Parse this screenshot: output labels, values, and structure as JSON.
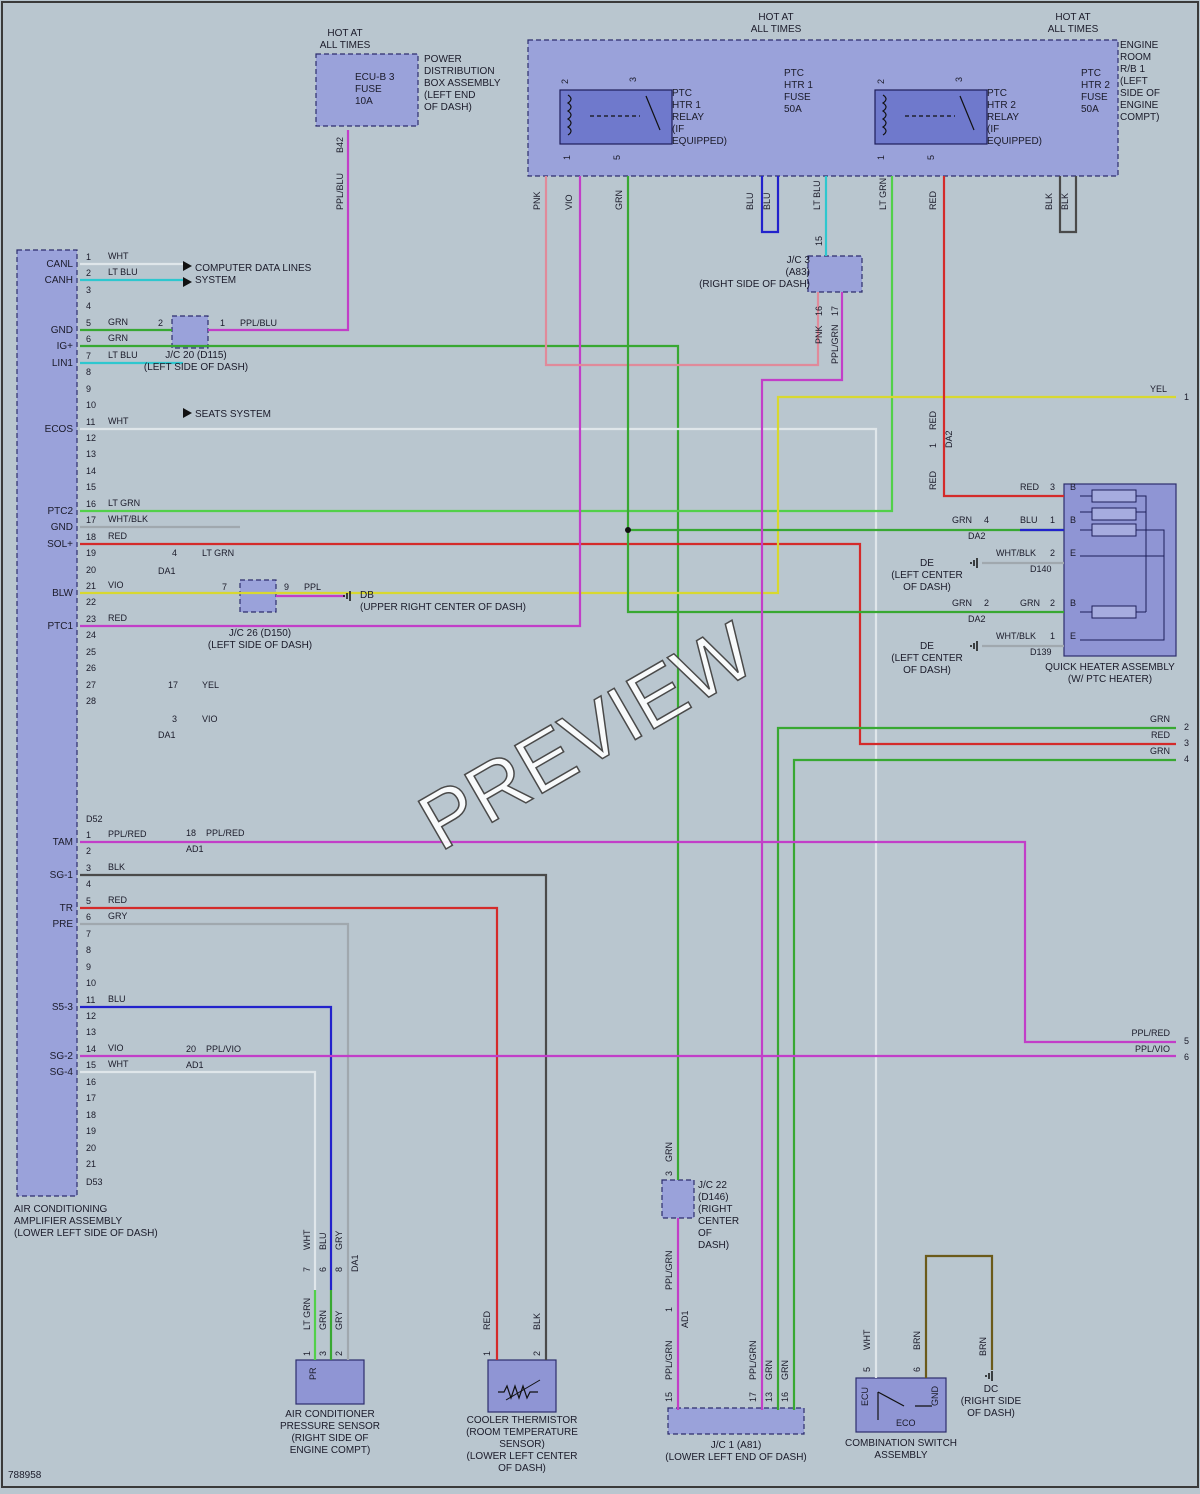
{
  "colors": {
    "ppl": "#c23ec8",
    "vio": "#c23ec8",
    "grn": "#38a832",
    "ltgrn": "#52d04a",
    "ltblu": "#2ec7cf",
    "blu": "#2222cc",
    "red": "#d42a2a",
    "pnk": "#e08a9a",
    "yel": "#d8d830",
    "blk": "#4a4a4a",
    "wht": "#dfe6ea",
    "gry": "#a0a8ae",
    "brn": "#6b5a1a"
  },
  "image_id": "788958",
  "watermark": "PREVIEW",
  "hot": {
    "ecub": "HOT AT\nALL TIMES",
    "htr1": "HOT AT\nALL TIMES",
    "htr2": "HOT AT\nALL TIMES"
  },
  "ecub": {
    "fuse": "ECU-B 3\nFUSE\n10A",
    "pin": "B42",
    "box_label": "POWER\nDISTRIBUTION\nBOX ASSEMBLY\n(LEFT END\nOF DASH)",
    "wire": "PPL/BLU"
  },
  "engine_rb": {
    "label": "ENGINE\nROOM\nR/B 1\n(LEFT\nSIDE OF\nENGINE\nCOMPT)",
    "relay1": "PTC\nHTR 1\nRELAY\n(IF\nEQUIPPED)",
    "relay2": "PTC\nHTR 2\nRELAY\n(IF\nEQUIPPED)",
    "fuse1": "PTC\nHTR 1\nFUSE\n50A",
    "fuse2": "PTC\nHTR 2\nFUSE\n50A",
    "r_pins": [
      "2",
      "3",
      "1",
      "5"
    ],
    "wires": [
      "PNK",
      "VIO",
      "GRN",
      "BLU",
      "BLU",
      "LT BLU",
      "LT GRN",
      "RED",
      "BLK",
      "BLK"
    ]
  },
  "jc3": {
    "label": "J/C 3\n(A83)\n(RIGHT SIDE OF DASH)",
    "pins": [
      "15",
      "16",
      "17"
    ],
    "wires": [
      "PNK",
      "PPL/GRN"
    ]
  },
  "amp": {
    "label": "AIR CONDITIONING\nAMPLIFIER ASSEMBLY\n(LOWER LEFT SIDE OF DASH)",
    "d52": "D52",
    "d53": "D53",
    "signals_d52": [
      {
        "name": "CANL",
        "pin": "1",
        "wire": "WHT"
      },
      {
        "name": "CANH",
        "pin": "2",
        "wire": "LT BLU"
      },
      {
        "name": "",
        "pin": "3",
        "wire": ""
      },
      {
        "name": "",
        "pin": "4",
        "wire": ""
      },
      {
        "name": "GND",
        "pin": "5",
        "wire": "GRN"
      },
      {
        "name": "IG+",
        "pin": "6",
        "wire": "GRN"
      },
      {
        "name": "LIN1",
        "pin": "7",
        "wire": "LT BLU"
      },
      {
        "name": "",
        "pin": "8",
        "wire": ""
      },
      {
        "name": "",
        "pin": "9",
        "wire": ""
      },
      {
        "name": "",
        "pin": "10",
        "wire": ""
      },
      {
        "name": "ECOS",
        "pin": "11",
        "wire": "WHT"
      },
      {
        "name": "",
        "pin": "12",
        "wire": ""
      },
      {
        "name": "",
        "pin": "13",
        "wire": ""
      },
      {
        "name": "",
        "pin": "14",
        "wire": ""
      },
      {
        "name": "",
        "pin": "15",
        "wire": ""
      },
      {
        "name": "PTC2",
        "pin": "16",
        "wire": "LT GRN"
      },
      {
        "name": "GND",
        "pin": "17",
        "wire": "WHT/BLK"
      },
      {
        "name": "SOL+",
        "pin": "18",
        "wire": "RED"
      },
      {
        "name": "",
        "pin": "19",
        "wire": ""
      },
      {
        "name": "",
        "pin": "20",
        "wire": ""
      },
      {
        "name": "BLW",
        "pin": "21",
        "wire": "VIO"
      },
      {
        "name": "",
        "pin": "22",
        "wire": ""
      },
      {
        "name": "PTC1",
        "pin": "23",
        "wire": "RED"
      },
      {
        "name": "",
        "pin": "24",
        "wire": ""
      },
      {
        "name": "",
        "pin": "25",
        "wire": ""
      },
      {
        "name": "",
        "pin": "26",
        "wire": ""
      },
      {
        "name": "",
        "pin": "27",
        "wire": ""
      },
      {
        "name": "",
        "pin": "28",
        "wire": ""
      }
    ],
    "signals_d53": [
      {
        "name": "TAM",
        "pin": "1",
        "wire": "PPL/RED"
      },
      {
        "name": "",
        "pin": "2",
        "wire": ""
      },
      {
        "name": "SG-1",
        "pin": "3",
        "wire": "BLK"
      },
      {
        "name": "",
        "pin": "4",
        "wire": ""
      },
      {
        "name": "TR",
        "pin": "5",
        "wire": "RED"
      },
      {
        "name": "PRE",
        "pin": "6",
        "wire": "GRY"
      },
      {
        "name": "",
        "pin": "7",
        "wire": ""
      },
      {
        "name": "",
        "pin": "8",
        "wire": ""
      },
      {
        "name": "",
        "pin": "9",
        "wire": ""
      },
      {
        "name": "",
        "pin": "10",
        "wire": ""
      },
      {
        "name": "S5-3",
        "pin": "11",
        "wire": "BLU"
      },
      {
        "name": "",
        "pin": "12",
        "wire": ""
      },
      {
        "name": "",
        "pin": "13",
        "wire": ""
      },
      {
        "name": "SG-2",
        "pin": "14",
        "wire": "VIO"
      },
      {
        "name": "SG-4",
        "pin": "15",
        "wire": "WHT"
      },
      {
        "name": "",
        "pin": "16",
        "wire": ""
      },
      {
        "name": "",
        "pin": "17",
        "wire": ""
      },
      {
        "name": "",
        "pin": "18",
        "wire": ""
      },
      {
        "name": "",
        "pin": "19",
        "wire": ""
      },
      {
        "name": "",
        "pin": "20",
        "wire": ""
      },
      {
        "name": "",
        "pin": "21",
        "wire": ""
      }
    ]
  },
  "links": {
    "comp_data": "COMPUTER DATA LINES\nSYSTEM",
    "seats": "SEATS SYSTEM",
    "yel_out": {
      "wire": "YEL",
      "num": "1"
    }
  },
  "jc20": {
    "label": "J/C 20 (D115)\n(LEFT SIDE OF DASH)",
    "pins": [
      "2",
      "1"
    ],
    "wire": "PPL/BLU"
  },
  "jc26": {
    "label": "J/C 26 (D150)\n(LEFT SIDE OF DASH)",
    "pins": [
      "7",
      "9"
    ],
    "wire": "PPL",
    "ground": "DB\n(UPPER RIGHT CENTER OF DASH)"
  },
  "inline": {
    "da1_ltgrn": {
      "pin": "4",
      "wire": "LT GRN",
      "conn": "DA1"
    },
    "blw_yel": {
      "pin": "17",
      "wire": "YEL"
    },
    "ptc1_vio": {
      "pin": "3",
      "wire": "VIO",
      "conn": "DA1"
    },
    "tam": {
      "pin": "18",
      "wire": "PPL/RED",
      "conn": "AD1"
    },
    "sg2": {
      "pin": "20",
      "wire": "PPL/VIO",
      "conn": "AD1"
    },
    "da2": {
      "pin": "1",
      "conn": "DA2",
      "wire": "RED"
    }
  },
  "heater": {
    "label": "QUICK HEATER ASSEMBLY\n(W/ PTC HEATER)",
    "rows": [
      {
        "wire_l": "RED",
        "wire_r": "",
        "pin_l": "",
        "pin_r": "3",
        "term": "B"
      },
      {
        "wire_l": "GRN",
        "wire_r": "BLU",
        "pin_l": "4",
        "pin_r": "1",
        "term": "B",
        "conn": "DA2"
      },
      {
        "wire_l": "WHT/BLK",
        "wire_r": "",
        "pin_l": "",
        "pin_r": "2",
        "term": "E",
        "conn": "D140"
      },
      {
        "wire_l": "GRN",
        "wire_r": "GRN",
        "pin_l": "2",
        "pin_r": "2",
        "term": "B",
        "conn": "DA2"
      },
      {
        "wire_l": "WHT/BLK",
        "wire_r": "",
        "pin_l": "",
        "pin_r": "1",
        "term": "E",
        "conn": "D139"
      }
    ],
    "ground": "DE\n(LEFT CENTER\nOF DASH)"
  },
  "right_edge": [
    {
      "wire": "GRN",
      "num": "2"
    },
    {
      "wire": "RED",
      "num": "3"
    },
    {
      "wire": "GRN",
      "num": "4"
    },
    {
      "wire": "PPL/RED",
      "num": "5"
    },
    {
      "wire": "PPL/VIO",
      "num": "6"
    }
  ],
  "jc22": {
    "label": "J/C 22\n(D146)\n(RIGHT\nCENTER\nOF\nDASH)",
    "pin": "3",
    "wire_top": "GRN",
    "wire_bot": "PPL/GRN"
  },
  "jc1": {
    "label": "J/C 1 (A81)\n(LOWER LEFT END OF DASH)",
    "pins": [
      "15",
      "17",
      "13",
      "16"
    ],
    "wires": [
      "PPL/GRN",
      "PPL/GRN",
      "GRN",
      "GRN"
    ]
  },
  "ad1": {
    "pin": "1",
    "conn": "AD1"
  },
  "pressure": {
    "label": "AIR CONDITIONER\nPRESSURE SENSOR\n(RIGHT SIDE OF\nENGINE COMPT)",
    "da1": "DA1",
    "top_wires": [
      "WHT",
      "BLU",
      "GRY"
    ],
    "top_pins": [
      "7",
      "6",
      "8"
    ],
    "bot_wires": [
      "LT GRN",
      "GRN",
      "GRY"
    ],
    "bot_pins": [
      "1",
      "3",
      "2"
    ],
    "symbol": "PR"
  },
  "thermistor": {
    "label": "COOLER THERMISTOR\n(ROOM TEMPERATURE\nSENSOR)\n(LOWER LEFT CENTER\nOF DASH)",
    "wires": [
      "RED",
      "BLK"
    ],
    "pins": [
      "1",
      "2"
    ]
  },
  "combo": {
    "label": "COMBINATION SWITCH\nASSEMBLY",
    "wires": [
      "WHT",
      "BRN",
      "BRN"
    ],
    "pins": [
      "5",
      "6"
    ],
    "terms": [
      "ECU",
      "GND",
      "ECO"
    ],
    "ground": "DC\n(RIGHT SIDE\nOF DASH)"
  }
}
